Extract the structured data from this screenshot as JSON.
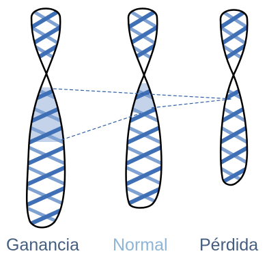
{
  "labels": {
    "gain": "Ganancia",
    "normal": "Normal",
    "loss": "Pérdida"
  },
  "colors": {
    "helix": "#3f6fb4",
    "helix_back": "#7fa2d2",
    "highlight": "#c4d3ea",
    "outline": "#000000",
    "dashed_line": "#2f5ea6",
    "label_dark": "#455e7f",
    "label_light": "#8eb4d6"
  }
}
